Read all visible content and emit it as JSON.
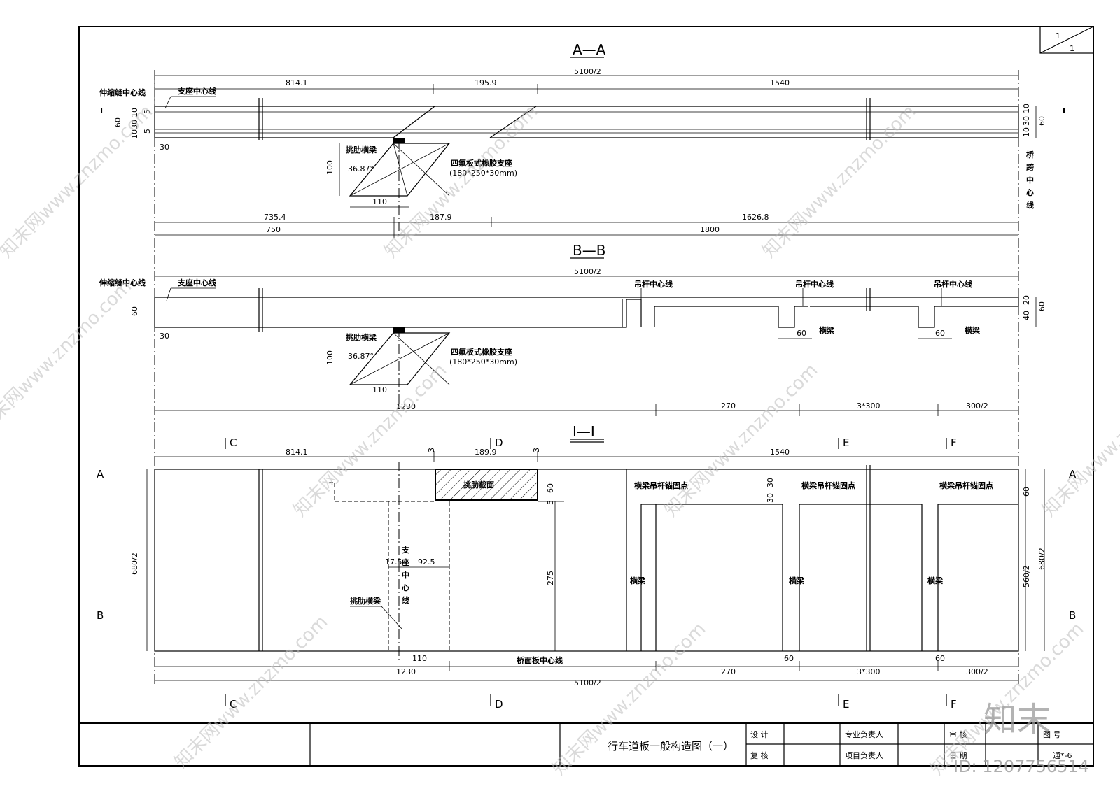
{
  "sections": {
    "aa": {
      "title": "A—A",
      "overall": "5100/2",
      "dims_top": [
        "814.1",
        "195.9",
        "1540"
      ],
      "dims_bottom_1": [
        "735.4",
        "187.9",
        "1626.8"
      ],
      "dims_bottom_2": [
        "750",
        "1800"
      ],
      "left_height": "60",
      "left_layers": [
        "10",
        "30",
        "10"
      ],
      "layer_small": [
        "5",
        "5"
      ],
      "right_layers": [
        "10",
        "30",
        "10"
      ],
      "right_height": "60",
      "end_width": "30",
      "expansion_joint": "伸缩缝中心线",
      "bearing_center": "支座中心线",
      "rib_beam": "挑肋横梁",
      "angle": "36.87°",
      "height_100": "100",
      "width_110": "110",
      "bearing_name": "四氟板式橡胶支座",
      "bearing_size": "(180*250*30mm)",
      "span_center": [
        "桥",
        "跨",
        "中",
        "心",
        "线"
      ],
      "section_mark": "I"
    },
    "bb": {
      "title": "B—B",
      "overall": "5100/2",
      "expansion_joint": "伸缩缝中心线",
      "bearing_center": "支座中心线",
      "hanger_center": "吊杆中心线",
      "left_height": "60",
      "end_width": "30",
      "right_dims": [
        "20",
        "40",
        "60"
      ],
      "beam_width": "60",
      "cross_beam": "横梁",
      "rib_beam": "挑肋横梁",
      "angle": "36.87°",
      "height_100": "100",
      "width_110": "110",
      "bearing_name": "四氟板式橡胶支座",
      "bearing_size": "(180*250*30mm)",
      "dims_bottom": [
        "1230",
        "270",
        "3*300",
        "300/2"
      ]
    },
    "ii": {
      "title": "I—I",
      "dims_top": [
        "814.1",
        "189.9",
        "1540"
      ],
      "small": "3",
      "rib_section": "挑肋截面",
      "anchor": "横梁吊杆锚固点",
      "cross_beam": "横梁",
      "rib_beam": "挑肋横梁",
      "bearing_center_v": [
        "支",
        "座",
        "中",
        "心",
        "线"
      ],
      "d175": "17.5",
      "d925": "92.5",
      "d275": "275",
      "d60": "60",
      "d5": "5",
      "d30": "30",
      "left_total": "680/2",
      "right_a": "560/2",
      "right_b": "680/2",
      "bottom_110": "110",
      "deck_center": "桥面板中心线",
      "beam_60": "60",
      "dims_bottom": [
        "1230",
        "270",
        "3*300",
        "300/2"
      ],
      "overall": "5100/2",
      "cut_letters_top": [
        "C",
        "D",
        "E",
        "F"
      ],
      "cut_letters_bottom": [
        "C",
        "D",
        "E",
        "F"
      ],
      "side_letters": [
        "A",
        "B",
        "A",
        "B"
      ]
    }
  },
  "sheet": {
    "num": "1",
    "total": "1"
  },
  "title_block": {
    "drawing_title": "行车道板一般构造图（一）",
    "design": "设  计",
    "review": "复  核",
    "discipline_lead": "专业负责人",
    "project_lead": "项目负责人",
    "audit": "审  核",
    "date": "日  期",
    "drawing_no_label": "图  号",
    "drawing_no": "通*-6"
  },
  "watermark": {
    "text": "知末网www.znzmo.com",
    "brand": "知末",
    "id": "ID: 1207756514"
  }
}
